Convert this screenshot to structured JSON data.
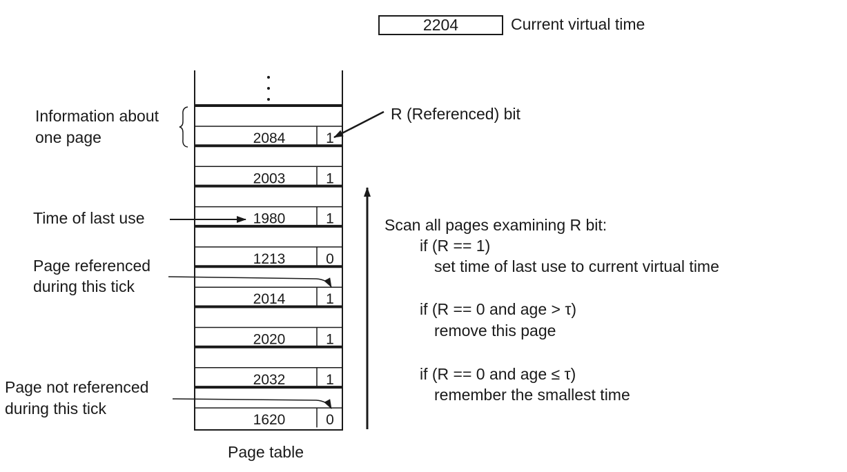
{
  "current_virtual_time": {
    "value": "2204",
    "label": "Current virtual time"
  },
  "page_table": {
    "caption": "Page table",
    "ellipsis": "⋮",
    "rows": [
      {
        "time": "2084",
        "r": "1"
      },
      {
        "time": "2003",
        "r": "1"
      },
      {
        "time": "1980",
        "r": "1"
      },
      {
        "time": "1213",
        "r": "0"
      },
      {
        "time": "2014",
        "r": "1"
      },
      {
        "time": "2020",
        "r": "1"
      },
      {
        "time": "2032",
        "r": "1"
      },
      {
        "time": "1620",
        "r": "0"
      }
    ]
  },
  "annotations": {
    "info_line1": "Information about",
    "info_line2": "one page",
    "r_bit": "R (Referenced) bit",
    "time_last_use": "Time of last use",
    "page_ref_line1": "Page referenced",
    "page_ref_line2": "during this tick",
    "page_notref_line1": "Page not referenced",
    "page_notref_line2": "during this tick"
  },
  "algorithm": {
    "heading": "Scan all pages examining R bit:",
    "cond1": "if (R == 1)",
    "action1": "set time of last use to current virtual time",
    "cond2": "if (R == 0 and age > τ)",
    "action2": "remove this page",
    "cond3": "if (R == 0 and age ≤ τ)",
    "action3": "remember the smallest time"
  }
}
